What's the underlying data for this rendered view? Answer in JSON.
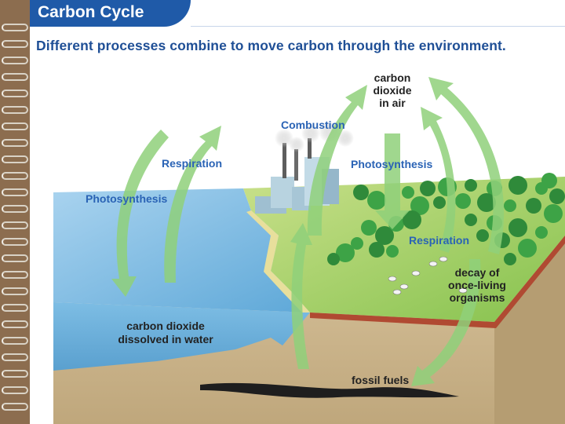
{
  "header": {
    "title": "Carbon Cycle",
    "subtitle": "Different processes combine to move carbon through the environment."
  },
  "labels": {
    "co2_air": [
      "carbon",
      "dioxide",
      "in air"
    ],
    "combustion": "Combustion",
    "respiration_ocean": "Respiration",
    "photosynthesis_ocean": "Photosynthesis",
    "photosynthesis_land": "Photosynthesis",
    "respiration_land": "Respiration",
    "decay": [
      "decay of",
      "once-living",
      "organisms"
    ],
    "co2_water": [
      "carbon dioxide",
      "dissolved in water"
    ],
    "fossil_fuels": "fossil fuels"
  },
  "colors": {
    "title_bar": "#1f5aa8",
    "subtitle": "#1f4f96",
    "process_label": "#2a63b5",
    "arrow": "#8fd07a",
    "ocean": "#6fb0dc",
    "grass": "#9ccf5a",
    "soil": "#cbb58e"
  }
}
